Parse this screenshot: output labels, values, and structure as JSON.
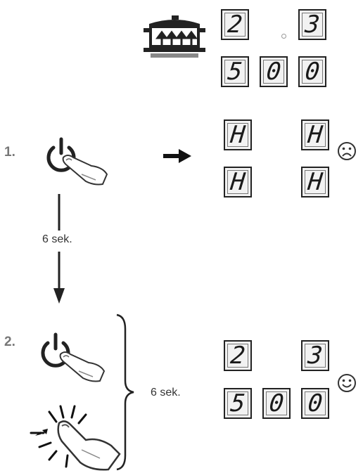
{
  "steps": {
    "one": "1.",
    "two": "2."
  },
  "labels": {
    "arrow_time": "6 sek.",
    "brace_time": "6 sek."
  },
  "displays": {
    "top": [
      "2",
      "3",
      "5",
      "0",
      "0"
    ],
    "error": [
      "H",
      "H",
      "H",
      "H"
    ],
    "result": [
      "2",
      "3",
      "5",
      "0",
      "0"
    ]
  },
  "icons": {
    "pot": "cooking-pot-icon",
    "power": "power-icon",
    "hand": "pointing-hand-icon",
    "sad": "sad-face-icon",
    "happy": "happy-face-icon"
  }
}
